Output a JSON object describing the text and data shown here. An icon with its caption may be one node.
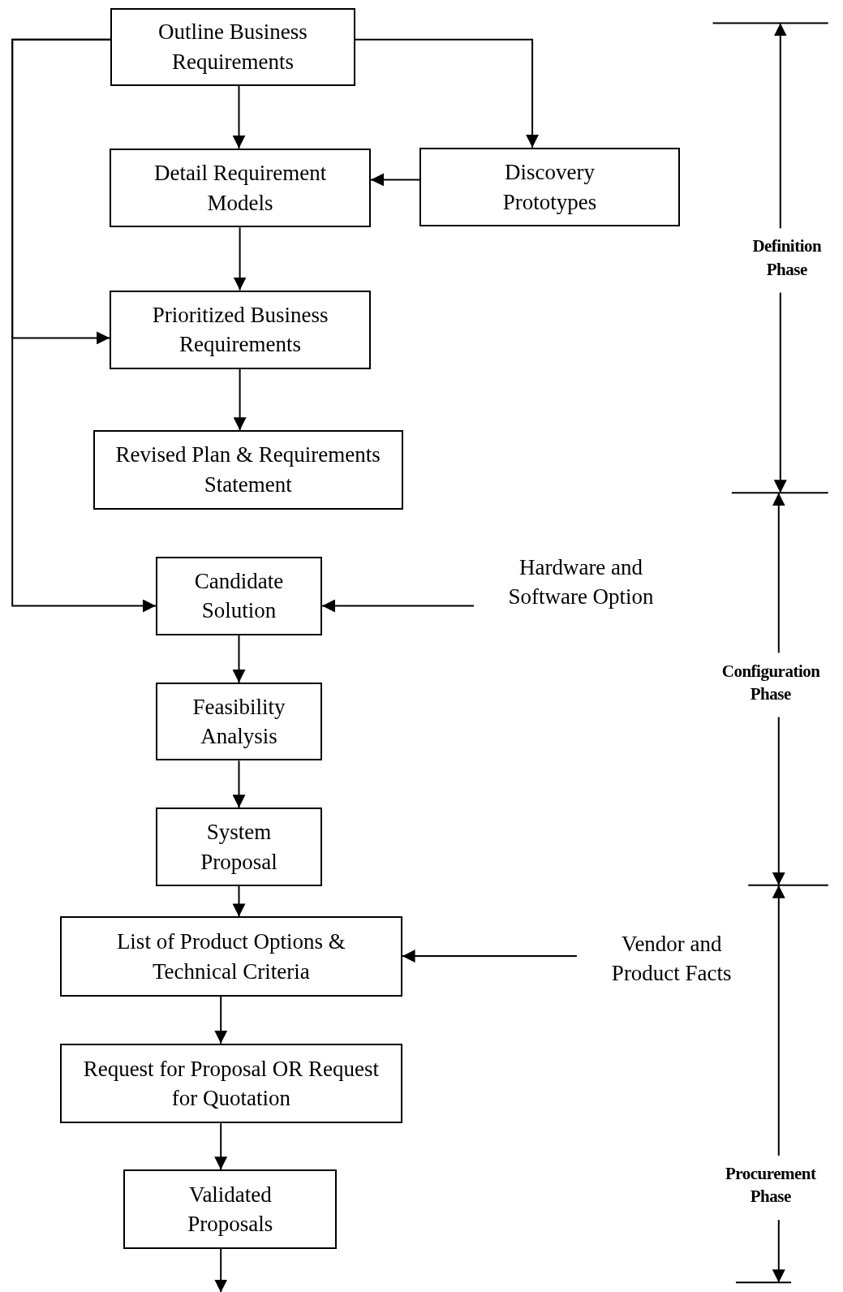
{
  "diagram": {
    "nodes": [
      {
        "text": [
          "Outline Business Requirements"
        ]
      },
      {
        "text": [
          "Detail Requirement Models"
        ]
      },
      {
        "text": [
          "Discovery Prototypes"
        ]
      },
      {
        "text": [
          "Prioritized Business Requirements"
        ]
      },
      {
        "text": [
          "Revised Plan & Requirements Statement"
        ]
      },
      {
        "text": [
          "Candidate Solution"
        ]
      },
      {
        "text": [
          "Hardware and Software Option"
        ]
      },
      {
        "text": [
          "Feasibility Analysis"
        ]
      },
      {
        "text": [
          "System Proposal"
        ]
      },
      {
        "text": [
          "List of Product Options & Technical Criteria"
        ]
      },
      {
        "text": [
          "Vendor and Product Facts"
        ]
      },
      {
        "text": [
          "Request for Proposal OR Request for Quotation"
        ]
      },
      {
        "text": [
          "Validated Proposals"
        ]
      }
    ],
    "edges": [
      {
        "from": 0,
        "to": 1,
        "arrow": "to"
      },
      {
        "from": 0,
        "to": 2,
        "arrow": "to"
      },
      {
        "from": 2,
        "to": 1,
        "arrow": "to"
      },
      {
        "from": 1,
        "to": 3,
        "arrow": "to"
      },
      {
        "from": 3,
        "to": 4,
        "arrow": "to"
      },
      {
        "from": 0,
        "to": 3,
        "arrow": "to"
      },
      {
        "from": 0,
        "to": 5,
        "arrow": "to"
      },
      {
        "from": 6,
        "to": 5,
        "arrow": "to"
      },
      {
        "from": 5,
        "to": 7,
        "arrow": "to"
      },
      {
        "from": 7,
        "to": 8,
        "arrow": "to"
      },
      {
        "from": 8,
        "to": 9,
        "arrow": "to"
      },
      {
        "from": 10,
        "to": 9,
        "arrow": "to"
      },
      {
        "from": 9,
        "to": 11,
        "arrow": "to"
      },
      {
        "from": 11,
        "to": 12,
        "arrow": "to"
      },
      {
        "from": 12,
        "to": null,
        "arrow": "to"
      }
    ],
    "labels": [
      "Definition Phase",
      "Configuration Phase",
      "Procurement Phase"
    ]
  }
}
